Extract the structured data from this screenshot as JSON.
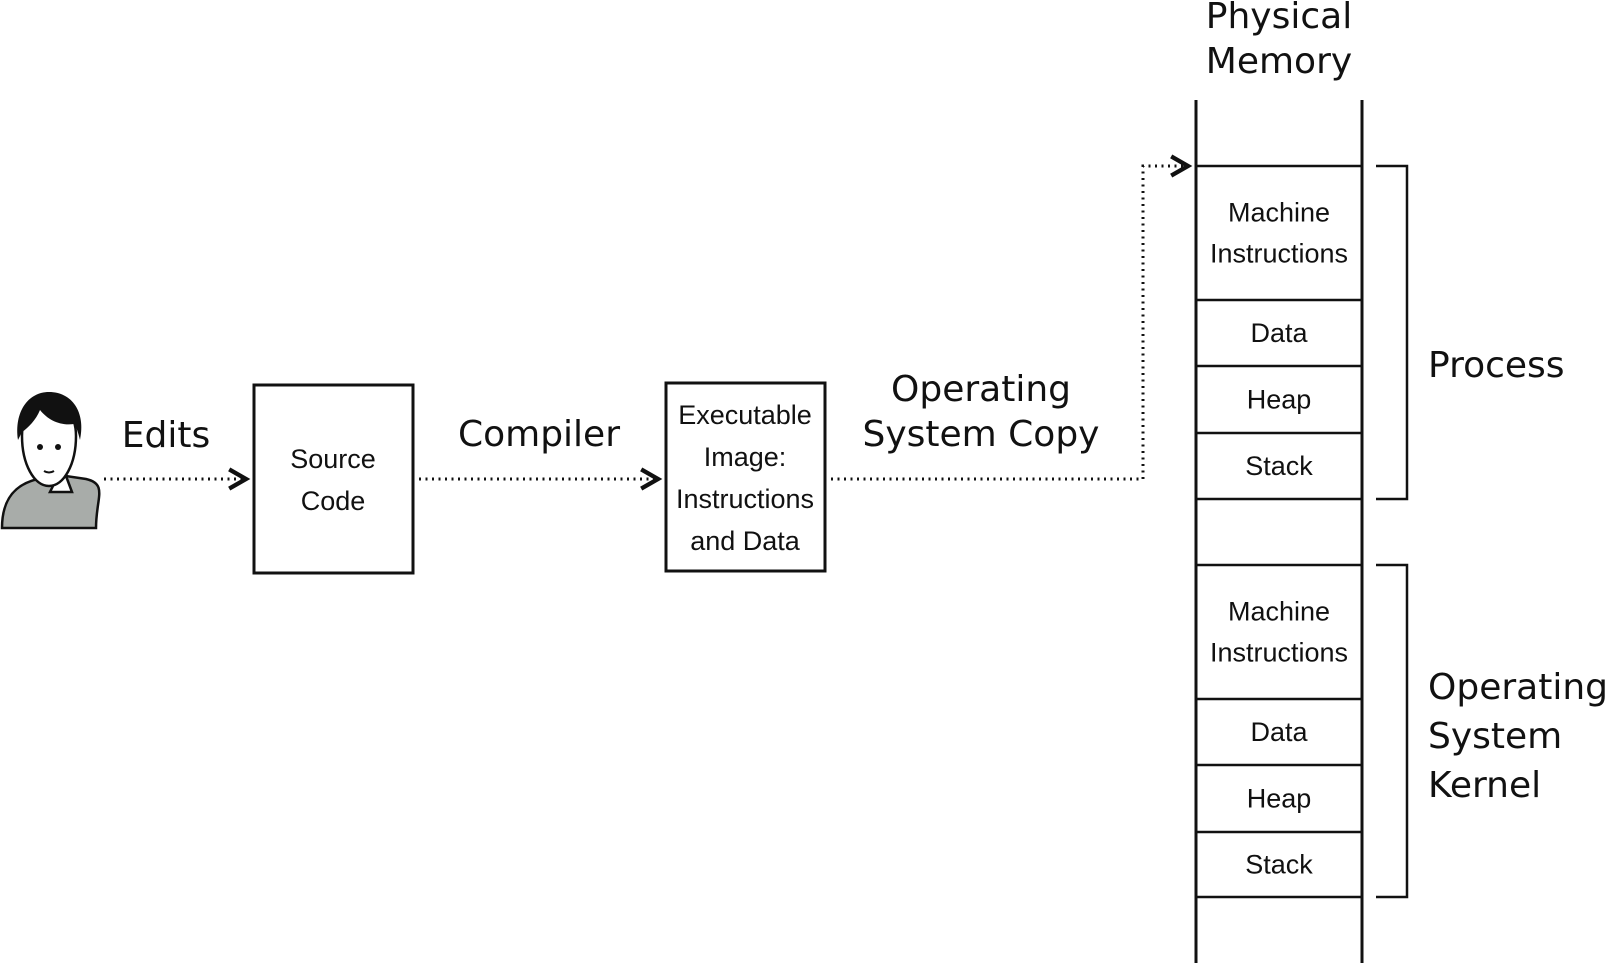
{
  "flow": {
    "edits_label": "Edits",
    "compiler_label": "Compiler",
    "os_copy_label": [
      "Operating",
      "System Copy"
    ]
  },
  "source_box": {
    "lines": [
      "Source",
      "Code"
    ]
  },
  "exe_box": {
    "lines": [
      "Executable",
      "Image:",
      "Instructions",
      "and Data"
    ]
  },
  "memory": {
    "title": [
      "Physical",
      "Memory"
    ],
    "process_segments": [
      [
        "Machine",
        "Instructions"
      ],
      [
        "Data"
      ],
      [
        "Heap"
      ],
      [
        "Stack"
      ]
    ],
    "kernel_segments": [
      [
        "Machine",
        "Instructions"
      ],
      [
        "Data"
      ],
      [
        "Heap"
      ],
      [
        "Stack"
      ]
    ]
  },
  "brackets": {
    "process_label": [
      "Process"
    ],
    "kernel_label": [
      "Operating",
      "System",
      "Kernel"
    ]
  },
  "colors": {
    "ink": "#111111",
    "shirt": "#a8aca9",
    "hair": "#111111",
    "skin": "#ffffff"
  }
}
